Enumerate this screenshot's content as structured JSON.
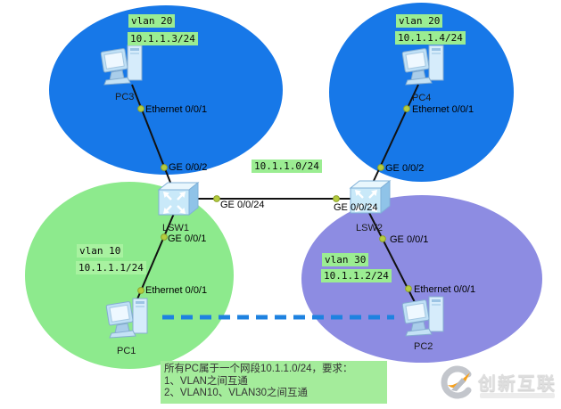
{
  "zones": {
    "vlan20_left": {
      "vlan": "vlan 20",
      "ip": "10.1.1.3/24"
    },
    "vlan20_right": {
      "vlan": "vlan 20",
      "ip": "10.1.1.4/24"
    },
    "vlan10": {
      "vlan": "vlan 10",
      "ip": "10.1.1.1/24"
    },
    "vlan30": {
      "vlan": "vlan 30",
      "ip": "10.1.1.2/24"
    }
  },
  "network": {
    "segment": "10.1.1.0/24"
  },
  "devices": {
    "pc1": {
      "name": "PC1"
    },
    "pc2": {
      "name": "PC2"
    },
    "pc3": {
      "name": "PC3"
    },
    "pc4": {
      "name": "PC4"
    },
    "lsw1": {
      "name": "LSW1"
    },
    "lsw2": {
      "name": "LSW2"
    }
  },
  "ports": {
    "pc1_eth": "Ethernet 0/0/1",
    "pc2_eth": "Ethernet 0/0/1",
    "pc3_eth": "Ethernet 0/0/1",
    "pc4_eth": "Ethernet 0/0/1",
    "lsw1_ge2": "GE 0/0/2",
    "lsw2_ge2": "GE 0/0/2",
    "lsw1_ge24": "GE 0/0/24",
    "lsw2_ge24": "GE 0/0/24",
    "lsw1_ge1": "GE 0/0/1",
    "lsw2_ge1": "GE 0/0/1"
  },
  "note": {
    "line1": "所有PC属于一个网段10.1.1.0/24，要求：",
    "line2": "1、VLAN之间互通",
    "line3": "2、VLAN10、VLAN30之间互通"
  },
  "watermark": {
    "brand": "创新互联"
  },
  "colors": {
    "zone_blue": "#1778e8",
    "zone_green": "#8dea8d",
    "zone_purple": "#8d8ce2",
    "tag_bg": "#9bed92",
    "note_bg": "#a4ec9b",
    "dash_blue": "#1e82e0",
    "port_dot": "#b5cc3e",
    "wire": "#111111",
    "logo_orange": "#f6a11e"
  }
}
